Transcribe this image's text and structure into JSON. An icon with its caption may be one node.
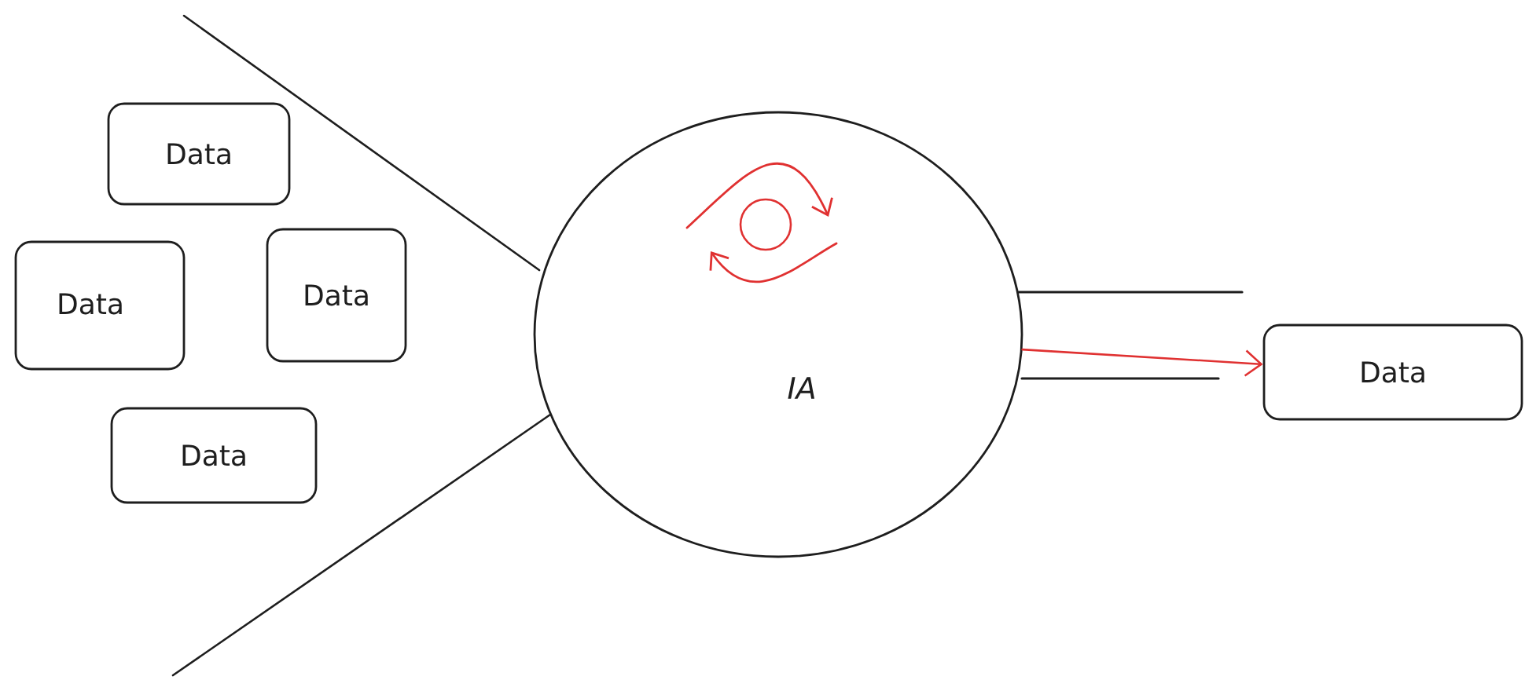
{
  "diagram": {
    "nodes": [
      {
        "text": [
          "Data"
        ]
      },
      {
        "text": [
          "Data"
        ]
      },
      {
        "text": [
          "Data"
        ]
      },
      {
        "text": [
          "Data"
        ]
      },
      {
        "text": [
          "IA"
        ]
      },
      {
        "text": [
          "Data"
        ]
      }
    ],
    "edges": [
      {
        "from": 4,
        "to": 5,
        "arrow": "to",
        "color": "#e03131"
      }
    ]
  }
}
